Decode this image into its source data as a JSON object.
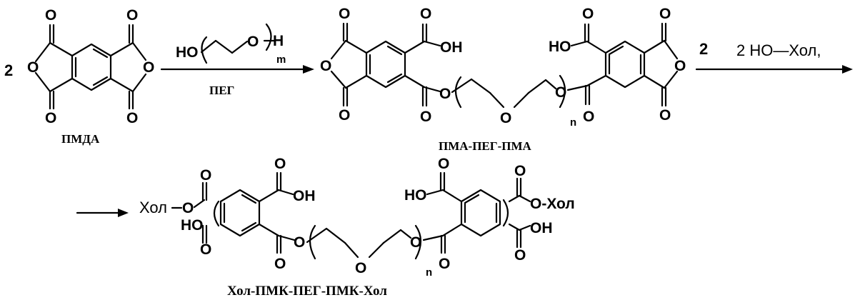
{
  "atoms": {
    "oxygen": "O",
    "hydroxyl": "OH",
    "hydroxyl_left": "HO",
    "hydrogen": "H"
  },
  "chol": "Хол",
  "chol_ester_right": "O-Хол",
  "coefficients": {
    "two": "2",
    "reagent_2hochol": "2 HO—Хол,"
  },
  "subscripts": {
    "m": "m",
    "n": "n"
  },
  "labels": {
    "pmda": "ПМДА",
    "peg": "ПЕГ",
    "pma_peg_pma": "ПМА-ПЕГ-ПМА",
    "final": "Хол-ПМК-ПЕГ-ПМК-Хол"
  }
}
